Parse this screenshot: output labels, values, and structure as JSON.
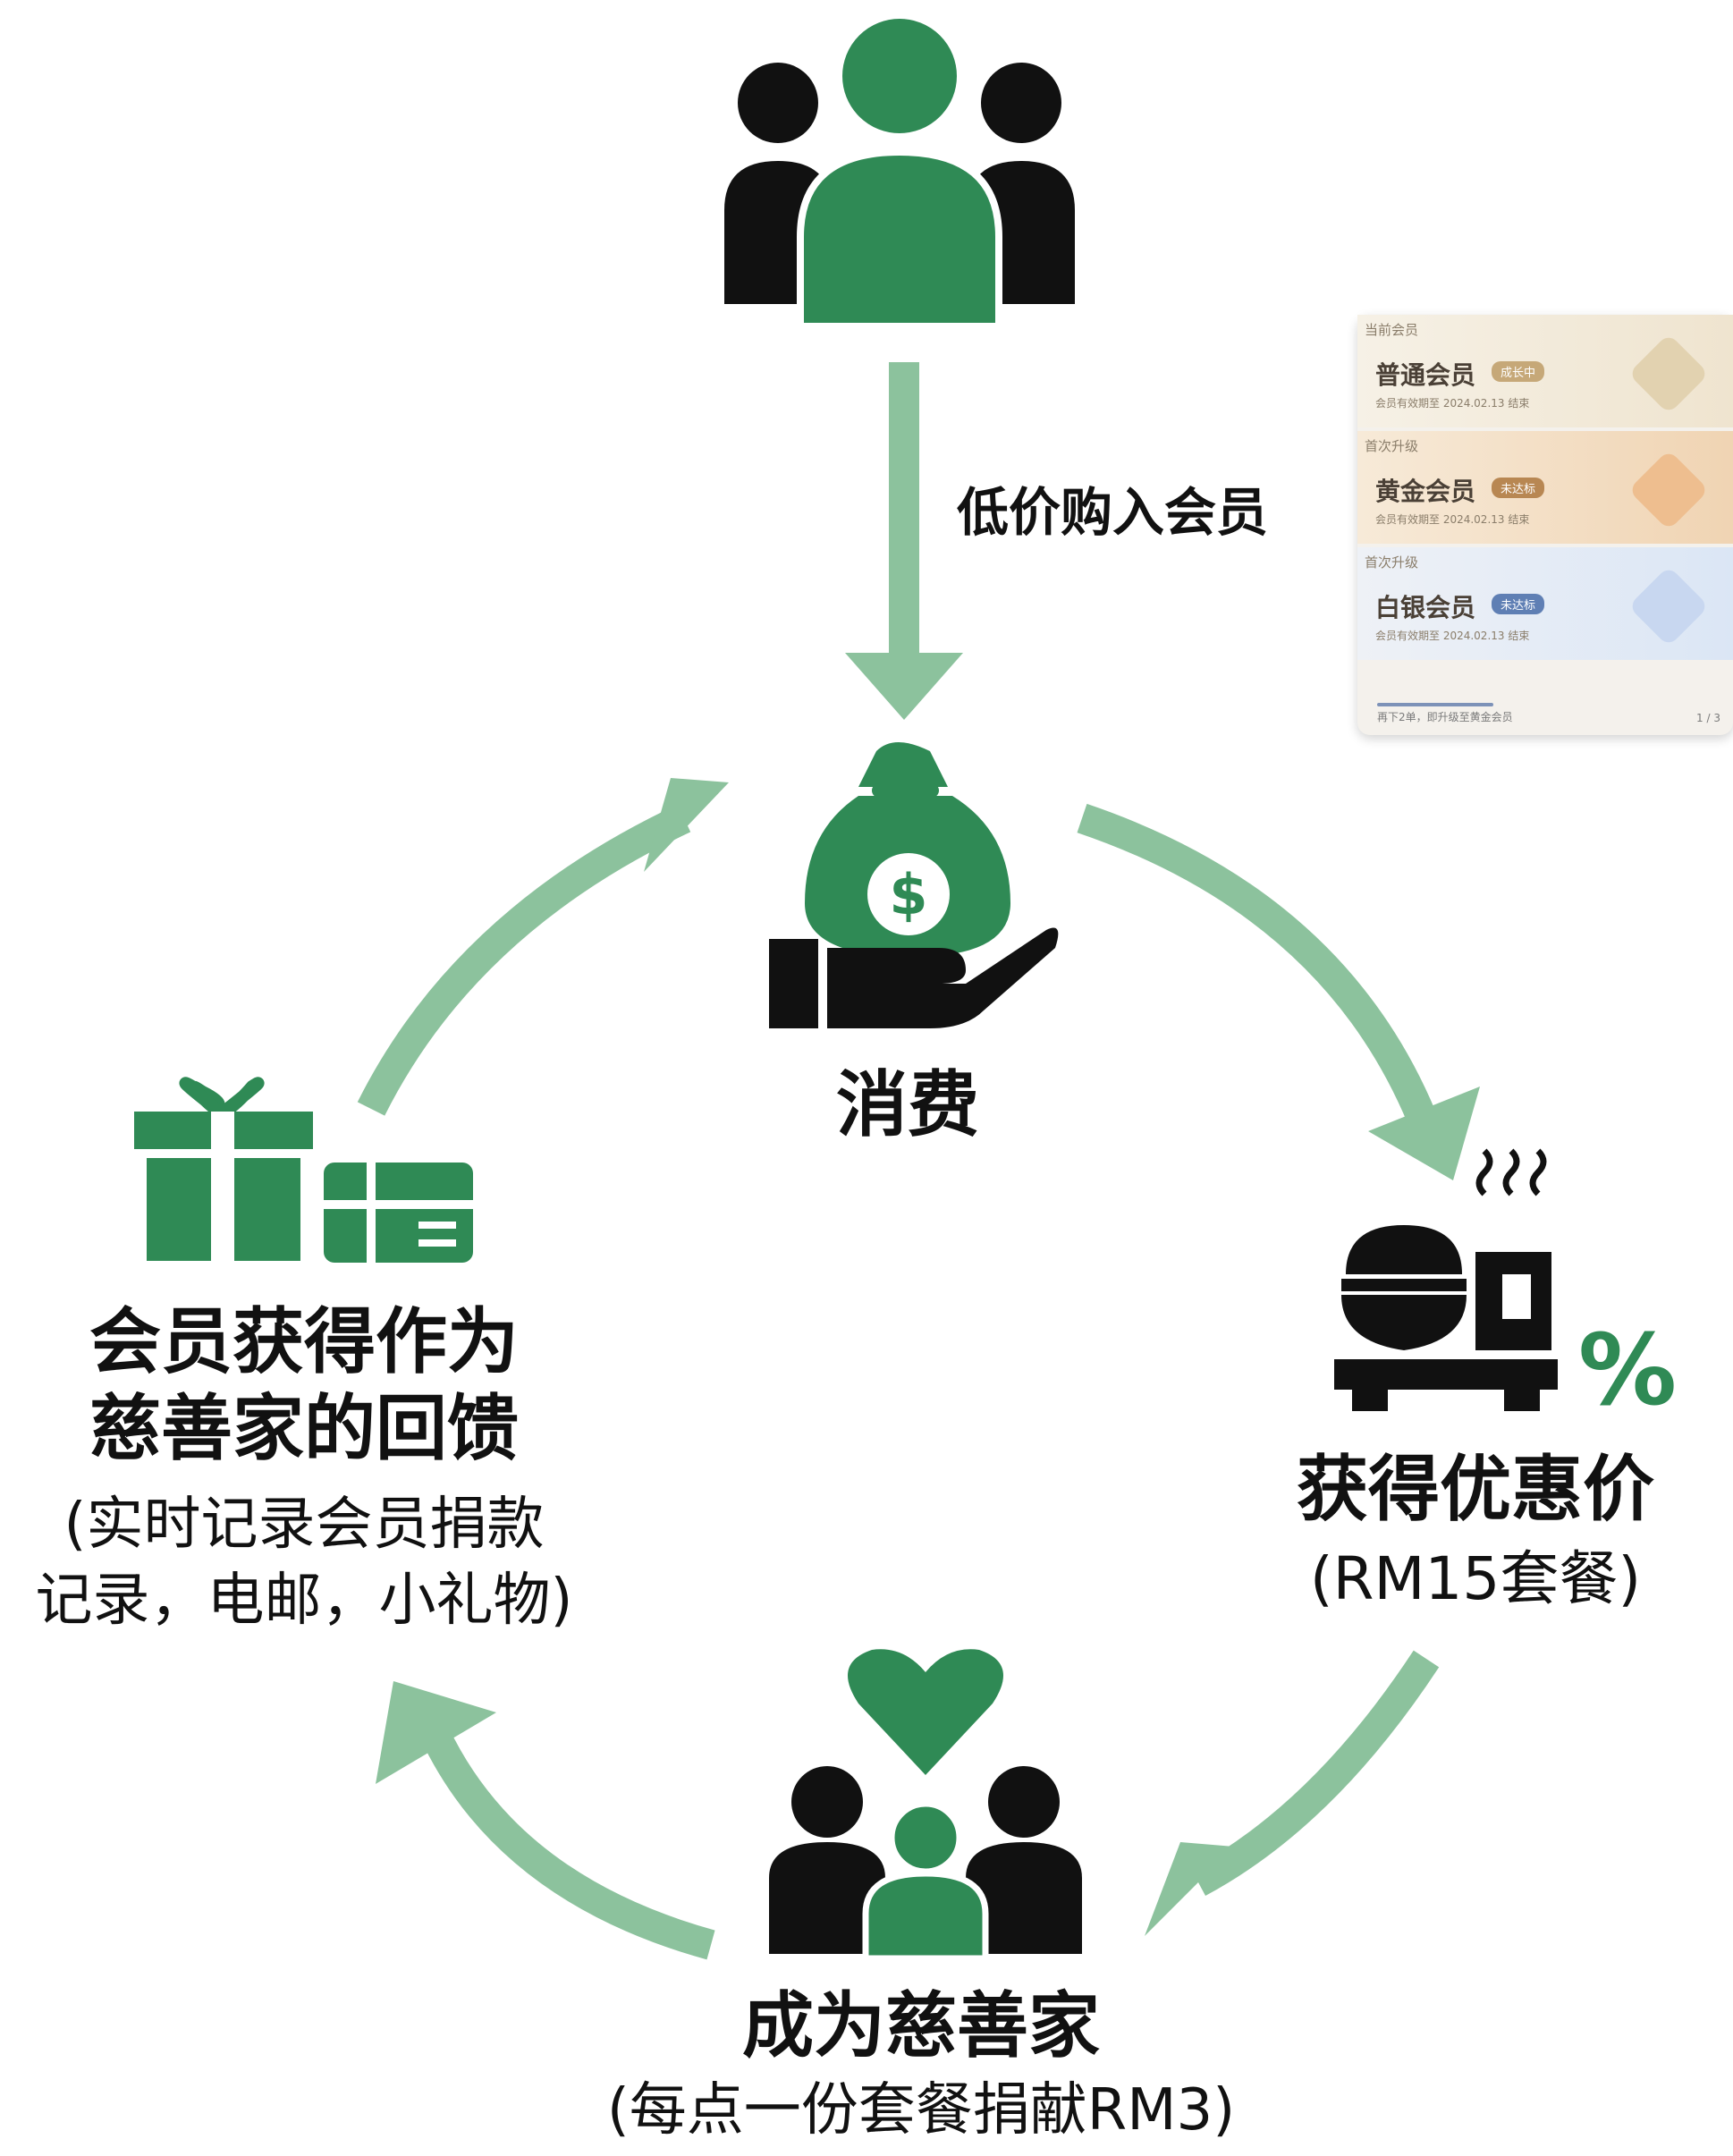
{
  "colors": {
    "green": "#2f8a55",
    "light_green": "#8cc29d",
    "black": "#111111"
  },
  "top_node": {
    "icon": "group-of-people-icon"
  },
  "arrow_label": "低价购入会员",
  "membership_cards": {
    "items": [
      {
        "tag": "当前会员",
        "name": "普通会员",
        "pill": "成长中",
        "desc": "会员有效期至 2024.02.13 结束"
      },
      {
        "tag": "首次升级",
        "name": "黄金会员",
        "pill": "未达标",
        "desc": "会员有效期至 2024.02.13 结束"
      },
      {
        "tag": "首次升级",
        "name": "白银会员",
        "pill": "未达标",
        "desc": "会员有效期至 2024.02.13 结束"
      }
    ],
    "footer": "再下2单，即升级至黄金会员",
    "page": "1 / 3"
  },
  "center_node": {
    "icon": "money-bag-hand-icon",
    "label": "消费"
  },
  "right_node": {
    "icon": "rice-bowl-discount-icon",
    "label": "获得优惠价",
    "sub": "(RM15套餐)"
  },
  "bottom_node": {
    "icon": "people-heart-icon",
    "label": "成为慈善家",
    "sub": "(每点一份套餐捐献RM3)"
  },
  "left_node": {
    "icon": "gift-and-card-icon",
    "label_line1": "会员获得作为",
    "label_line2": "慈善家的回馈",
    "sub_line1": "(实时记录会员捐款",
    "sub_line2": "记录，电邮，小礼物)"
  }
}
